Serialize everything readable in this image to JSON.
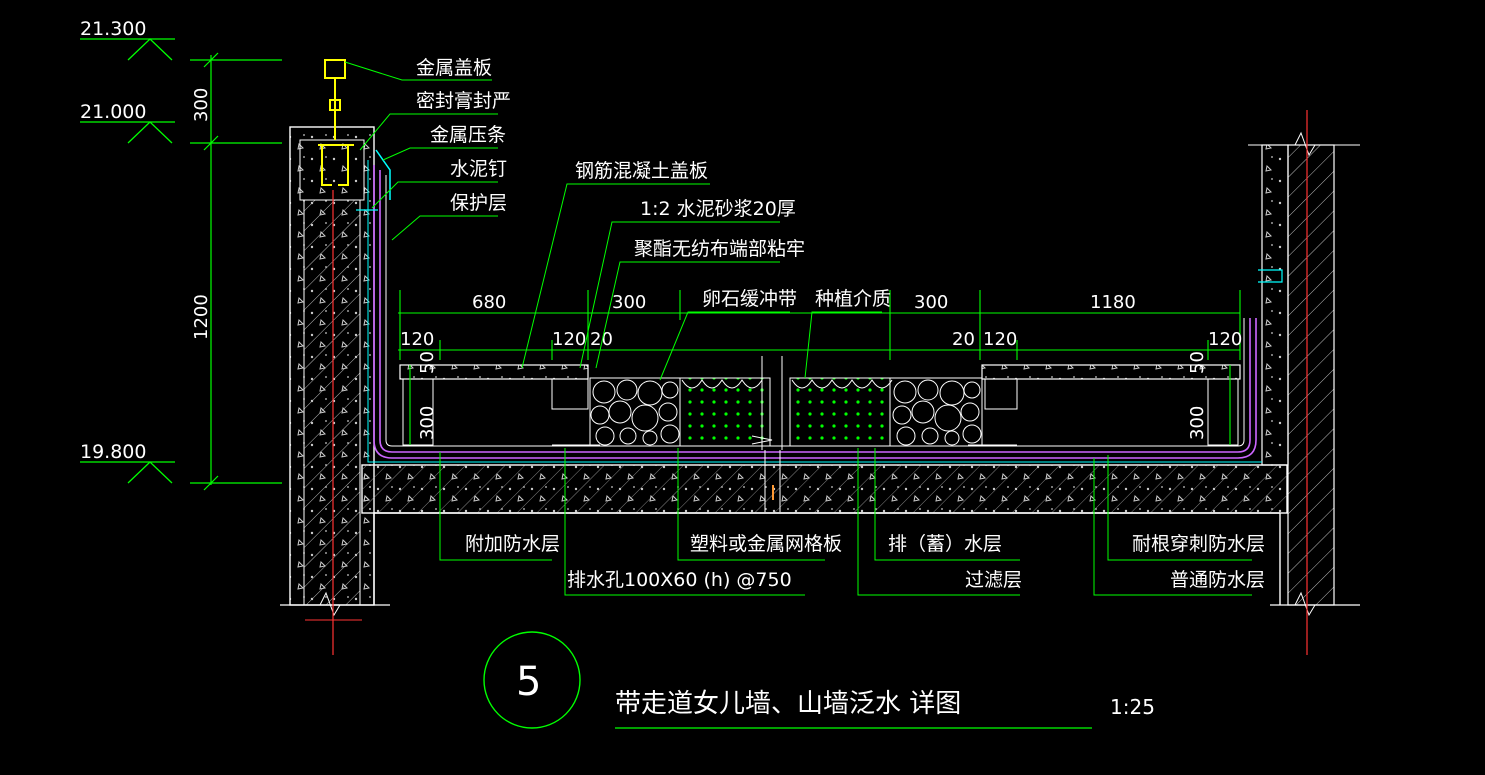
{
  "drawing": {
    "title": "带走道女儿墙、山墙泛水 详图",
    "scale": "1:25",
    "detail_number": "5",
    "colors": {
      "background": "#000000",
      "text": "#ffffff",
      "dimension": "#00ff00",
      "concrete": "#ffffff",
      "waterproof": "#cc66ff",
      "accent": "#00ffff",
      "centerline": "#ff3333",
      "steel": "#ffff00",
      "hatch": "#bbbbbb"
    },
    "elevations": [
      "21.300",
      "21.000",
      "19.800"
    ],
    "vertical_dims": [
      "300",
      "1200"
    ],
    "horizontal_dims": {
      "top_row": [
        "680",
        "300",
        "300",
        "1180"
      ],
      "second_row": [
        "120",
        "120",
        "20",
        "20",
        "120",
        "120"
      ],
      "side_vertical": [
        "50",
        "300",
        "50",
        "300"
      ]
    },
    "labels_top": {
      "metal_cover": "金属盖板",
      "sealant": "密封膏封严",
      "metal_strip": "金属压条",
      "cement_nail": "水泥钉",
      "protection": "保护层",
      "rc_cover": "钢筋混凝土盖板",
      "mortar": "1:2 水泥砂浆20厚",
      "fabric_end": "聚酯无纺布端部粘牢",
      "pebble_buffer": "卵石缓冲带",
      "planting_medium": "种植介质"
    },
    "labels_bottom": {
      "extra_waterproof": "附加防水层",
      "drain_hole": "排水孔100X60 (h) @750",
      "grid_plate": "塑料或金属网格板",
      "drainage_layer": "排（蓄）水层",
      "filter_layer": "过滤层",
      "root_resistant": "耐根穿刺防水层",
      "normal_waterproof": "普通防水层"
    }
  }
}
